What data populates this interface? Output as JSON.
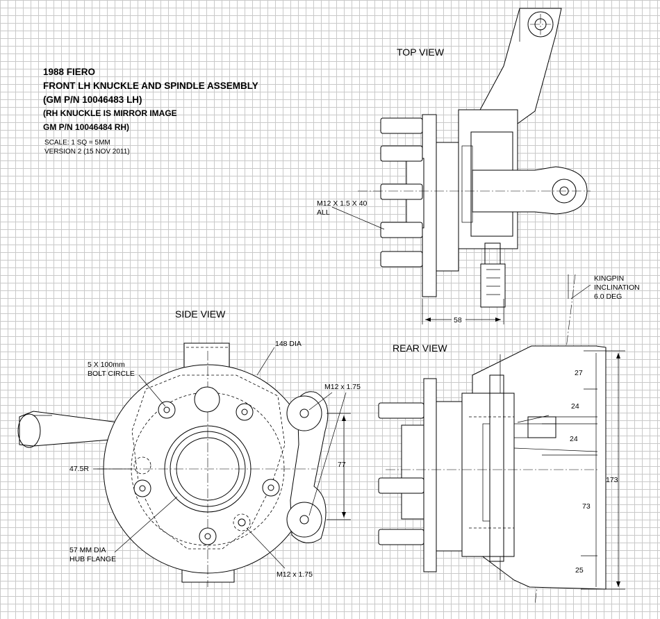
{
  "title": {
    "line1": "1988 FIERO",
    "line2": "FRONT LH KNUCKLE AND SPINDLE ASSEMBLY",
    "line3": "(GM P/N 10046483 LH)",
    "line4": "(RH KNUCKLE IS MIRROR IMAGE",
    "line5": "GM P/N 10046484 RH)"
  },
  "notes": {
    "scale": "SCALE: 1 SQ = 5MM",
    "version": "VERSION 2 (15 NOV 2011)"
  },
  "views": {
    "top": "TOP VIEW",
    "side": "SIDE VIEW",
    "rear": "REAR VIEW"
  },
  "top_view": {
    "stud_label_1": "M12 X 1.5 X 40",
    "stud_label_2": "ALL",
    "width_dim": "58"
  },
  "side_view": {
    "hub_dia": "148 DIA",
    "bolt_circle_1": "5 X 100mm",
    "bolt_circle_2": "BOLT CIRCLE",
    "mount_thread_top": "M12 x 1.75",
    "mount_spacing": "77",
    "radius": "47.5R",
    "flange_1": "57 MM DIA",
    "flange_2": "HUB FLANGE",
    "mount_thread_bottom": "M12 x 1.75"
  },
  "rear_view": {
    "kingpin_1": "KINGPIN",
    "kingpin_2": "INCLINATION",
    "kingpin_3": "6.0 DEG",
    "dim_a": "27",
    "dim_b": "24",
    "dim_c": "24",
    "dim_d": "73",
    "dim_e": "25",
    "dim_total": "173"
  },
  "colors": {
    "grid": "#c9c9c9",
    "ink": "#000000",
    "paper": "#ffffff"
  }
}
